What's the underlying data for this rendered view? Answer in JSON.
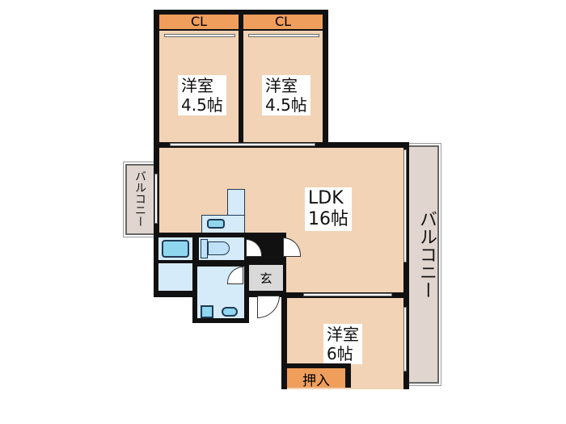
{
  "floorplan": {
    "rooms": {
      "bedroom1": {
        "name": "洋室",
        "size": "4.5帖"
      },
      "bedroom2": {
        "name": "洋室",
        "size": "4.5帖"
      },
      "ldk": {
        "name": "LDK",
        "size": "16帖"
      },
      "bedroom3": {
        "name": "洋室",
        "size": "6帖"
      }
    },
    "closets": {
      "cl1": "CL",
      "cl2": "CL",
      "oshiire": "押入"
    },
    "entrance": "玄",
    "balconies": {
      "left": "バルコニー",
      "right": "バルコニー"
    },
    "colors": {
      "room_fill": "#f2d3b5",
      "wet_fill": "#d6ebfa",
      "closet_fill": "#ef9e5c",
      "balcony_fill": "#e0d6cf",
      "entrance_fill": "#d9d9d9",
      "wall": "#111111"
    }
  }
}
